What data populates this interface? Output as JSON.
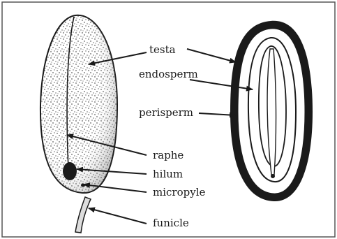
{
  "labels": {
    "testa": "testa",
    "endosperm": "endosperm",
    "perisperm": "perisperm",
    "raphe": "raphe",
    "hilum": "hilum",
    "micropyle": "micropyle",
    "funicle": "funicle"
  },
  "colors": {
    "ink": "#1a1a1a",
    "frame": "#555555",
    "background": "#ffffff"
  }
}
